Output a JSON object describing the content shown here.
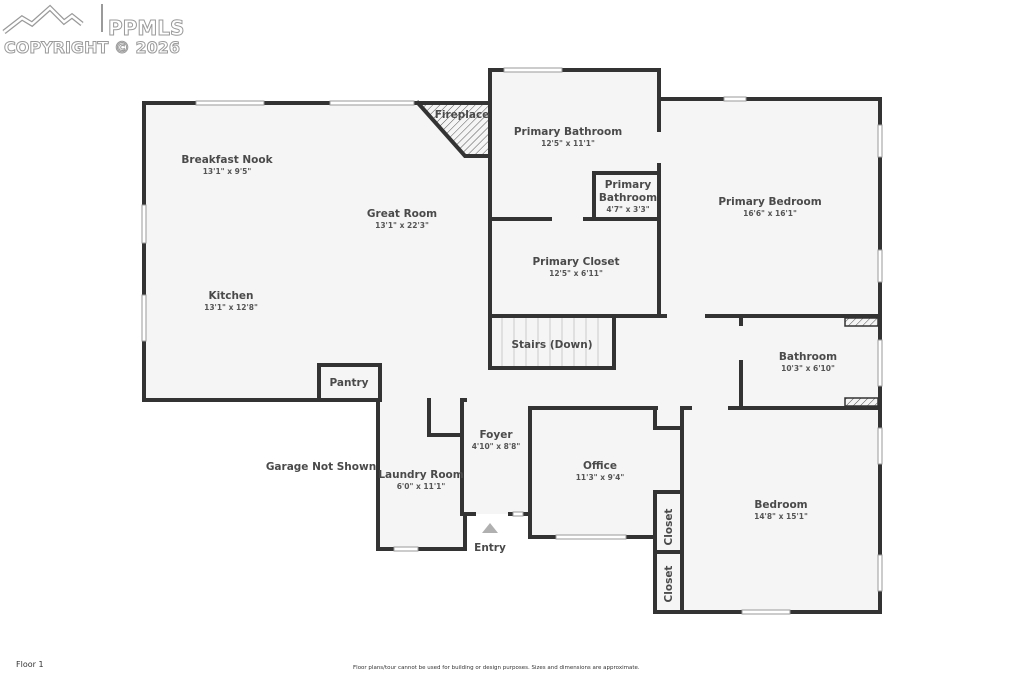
{
  "watermark": {
    "brand": "PPMLS",
    "copyright": "COPYRIGHT © 2026"
  },
  "floor_label": "Floor 1",
  "disclaimer": "Floor plans/tour cannot be used for building or design purposes. Sizes and dimensions are approximate.",
  "colors": {
    "wall": "#333333",
    "floor": "#f5f5f5",
    "text": "#4a4a4a"
  },
  "rooms": {
    "breakfast_nook": {
      "name": "Breakfast Nook",
      "dims": "13'1\" x 9'5\""
    },
    "great_room": {
      "name": "Great Room",
      "dims": "13'1\" x 22'3\""
    },
    "fireplace": {
      "name": "Fireplace"
    },
    "kitchen": {
      "name": "Kitchen",
      "dims": "13'1\" x 12'8\""
    },
    "pantry": {
      "name": "Pantry"
    },
    "primary_bathroom": {
      "name": "Primary Bathroom",
      "dims": "12'5\" x 11'1\""
    },
    "primary_bathroom_small": {
      "name_line1": "Primary",
      "name_line2": "Bathroom",
      "dims": "4'7\" x 3'3\""
    },
    "primary_bedroom": {
      "name": "Primary Bedroom",
      "dims": "16'6\" x 16'1\""
    },
    "primary_closet": {
      "name": "Primary Closet",
      "dims": "12'5\" x 6'11\""
    },
    "stairs": {
      "name": "Stairs (Down)"
    },
    "bathroom": {
      "name": "Bathroom",
      "dims": "10'3\" x 6'10\""
    },
    "foyer": {
      "name": "Foyer",
      "dims": "4'10\" x 8'8\""
    },
    "laundry_room": {
      "name": "Laundry Room",
      "dims": "6'0\" x 11'1\""
    },
    "office": {
      "name": "Office",
      "dims": "11'3\" x 9'4\""
    },
    "bedroom": {
      "name": "Bedroom",
      "dims": "14'8\" x 15'1\""
    },
    "closet_1": {
      "name": "Closet"
    },
    "closet_2": {
      "name": "Closet"
    }
  },
  "annotations": {
    "garage": "Garage Not Shown",
    "entry": "Entry"
  }
}
